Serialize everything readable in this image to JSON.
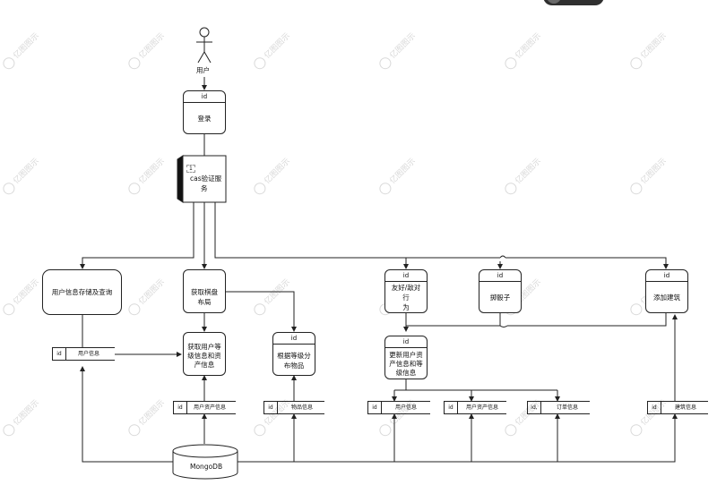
{
  "watermark": {
    "text": "亿图图示"
  },
  "actor": {
    "label": "用户"
  },
  "login": {
    "id": "id",
    "label": "登录"
  },
  "cas": {
    "index": "1",
    "label_line1": "cas验证服",
    "label_line2": "务"
  },
  "processes": {
    "user_store_query": {
      "label": "用户信息存储及查询"
    },
    "get_board": {
      "id": "id",
      "label_line1": "获取棋盘",
      "label_line2": "布局"
    },
    "friend_enemy": {
      "id": "id",
      "label_line1": "友好/敌对行",
      "label_line2": "为"
    },
    "dice": {
      "id": "id",
      "label": "掷骰子"
    },
    "add_building": {
      "id": "id",
      "label": "添加建筑"
    },
    "get_user_level": {
      "id": "id",
      "label_line1": "获取用户等",
      "label_line2": "级信息和资",
      "label_line3": "产信息"
    },
    "distribute_items": {
      "id": "id",
      "label_line1": "根据等级分",
      "label_line2": "布物品"
    },
    "update_user": {
      "id": "id",
      "label_line1": "更新用户资",
      "label_line2": "产信息和等",
      "label_line3": "级信息"
    }
  },
  "stores": {
    "user_info_left": {
      "id": "id",
      "name": "用户信息"
    },
    "user_asset_left": {
      "id": "id",
      "name": "用户资产信息"
    },
    "item_info": {
      "id": "id",
      "name": "物品信息"
    },
    "user_info_right": {
      "id": "id",
      "name": "用户信息"
    },
    "user_asset_right": {
      "id": "id",
      "name": "用户资产信息"
    },
    "order_info": {
      "id": "id,",
      "name": "订单信息"
    },
    "building_info": {
      "id": "id",
      "name": "建筑信息"
    }
  },
  "database": {
    "label": "MongoDB"
  }
}
